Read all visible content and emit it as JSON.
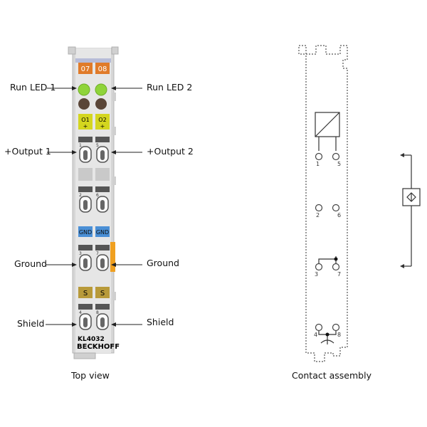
{
  "terminal": {
    "channel_labels": [
      "07",
      "08"
    ],
    "output_labels": [
      "O1",
      "O2"
    ],
    "output_signs": [
      "+",
      "+"
    ],
    "ground_labels": [
      "GND",
      "GND"
    ],
    "shield_labels": [
      "S",
      "S"
    ],
    "model": "KL4032",
    "brand": "BECKHOFF",
    "contact_numbers_left": [
      "1",
      "2",
      "3",
      "4"
    ],
    "contact_numbers_right": [
      "5",
      "6",
      "7",
      "8"
    ]
  },
  "callouts": {
    "run_led_1": "Run LED 1",
    "run_led_2": "Run LED 2",
    "output_1": "+Output 1",
    "output_2": "+Output 2",
    "ground_left": "Ground",
    "ground_right": "Ground",
    "shield_left": "Shield",
    "shield_right": "Shield"
  },
  "captions": {
    "top_view": "Top view",
    "contact_assembly": "Contact assembly"
  },
  "contacts": {
    "numbers_left": [
      "1",
      "2",
      "3",
      "4"
    ],
    "numbers_right": [
      "5",
      "6",
      "7",
      "8"
    ]
  },
  "colors": {
    "channel_badge": "#e07b2a",
    "led_green": "#8fd43a",
    "led_dark": "#5a4638",
    "output_badge": "#d4d61f",
    "gnd_badge": "#4a8fd6",
    "shield_badge": "#b89a3a",
    "housing": "#e4e4e4",
    "accent_orange": "#f0a020"
  }
}
